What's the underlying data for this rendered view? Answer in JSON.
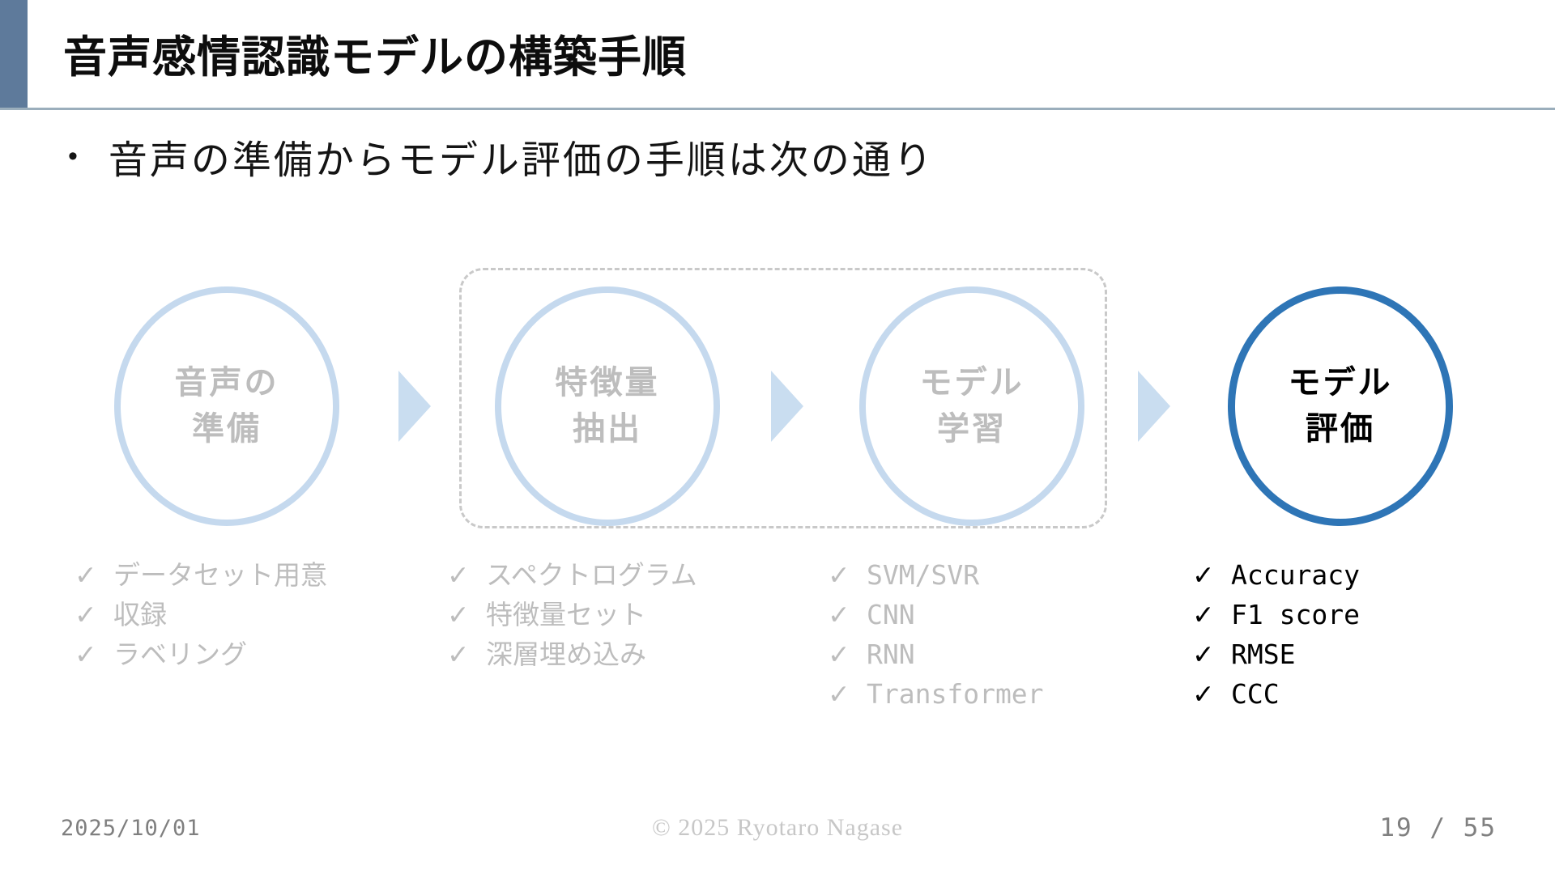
{
  "slide": {
    "title": "音声感情認識モデルの構築手順",
    "bullet_marker": "•",
    "bullet": "音声の準備からモデル評価の手順は次の通り"
  },
  "process": {
    "check_glyph": "✓",
    "steps": [
      {
        "label_line1": "音声の",
        "label_line2": "準備",
        "state": "inactive",
        "checklist": [
          "データセット用意",
          "収録",
          "ラベリング"
        ]
      },
      {
        "label_line1": "特徴量",
        "label_line2": "抽出",
        "state": "inactive",
        "checklist": [
          "スペクトログラム",
          "特徴量セット",
          "深層埋め込み"
        ]
      },
      {
        "label_line1": "モデル",
        "label_line2": "学習",
        "state": "inactive",
        "checklist": [
          "SVM/SVR",
          "CNN",
          "RNN",
          "Transformer"
        ]
      },
      {
        "label_line1": "モデル",
        "label_line2": "評価",
        "state": "active",
        "checklist": [
          "Accuracy",
          "F1 score",
          "RMSE",
          "CCC"
        ]
      }
    ]
  },
  "colors": {
    "accent_bar": "#5E7A9B",
    "title_rule": "#9BAEBC",
    "inactive_circle_border": "#C5D9EE",
    "active_circle_border": "#2E75B6",
    "inactive_text": "#BDBDBD",
    "active_text": "#000000",
    "arrow": "#C9DDF0",
    "dashed_box_border": "#C9C9C9"
  },
  "footer": {
    "date": "2025/10/01",
    "copyright": "© 2025 Ryotaro Nagase",
    "page": "19 / 55"
  }
}
